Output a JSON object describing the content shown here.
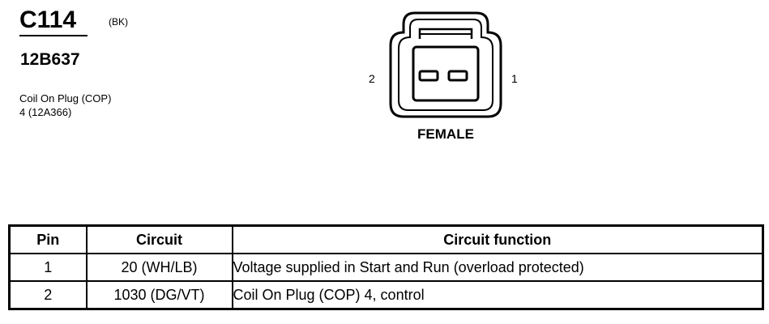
{
  "connector": {
    "id": "C114",
    "color_code": "(BK)",
    "part_number": "12B637",
    "description_lines": [
      "Coil On Plug (COP)",
      "4 (12A366)"
    ]
  },
  "diagram": {
    "pin_left": "2",
    "pin_right": "1",
    "gender": "FEMALE"
  },
  "table": {
    "headers": [
      "Pin",
      "Circuit",
      "Circuit function"
    ],
    "rows": [
      [
        "1",
        "20 (WH/LB)",
        "Voltage supplied in Start and Run (overload protected)"
      ],
      [
        "2",
        "1030 (DG/VT)",
        "Coil On Plug (COP) 4, control"
      ]
    ]
  }
}
